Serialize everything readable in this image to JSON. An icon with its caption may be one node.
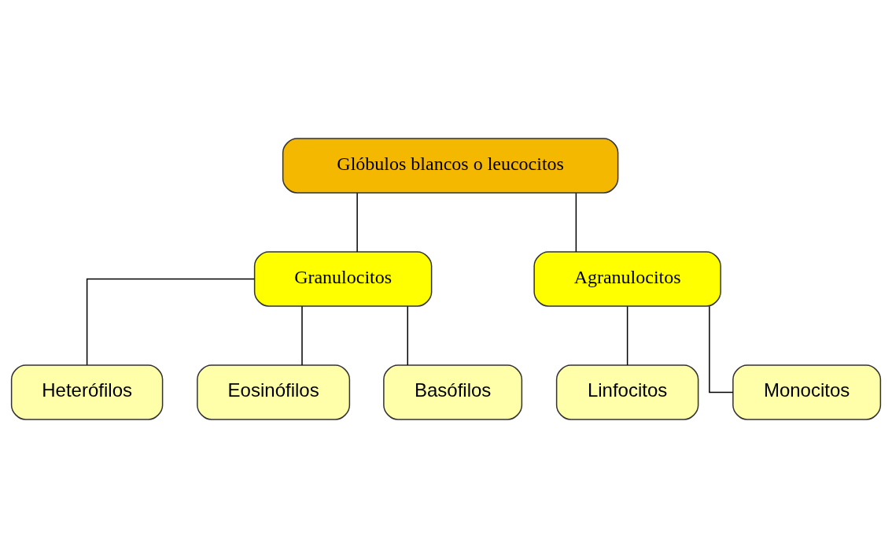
{
  "diagram": {
    "nodes": [
      {
        "text": [
          "Glóbulos blancos o leucocitos"
        ]
      },
      {
        "text": [
          "Granulocitos"
        ]
      },
      {
        "text": [
          "Agranulocitos"
        ]
      },
      {
        "text": [
          "Heterófilos"
        ]
      },
      {
        "text": [
          "Eosinófilos"
        ]
      },
      {
        "text": [
          "Basófilos"
        ]
      },
      {
        "text": [
          "Linfocitos"
        ]
      },
      {
        "text": [
          "Monocitos"
        ]
      }
    ],
    "edges": [
      {
        "from": 0,
        "to": 1,
        "arrow": "none"
      },
      {
        "from": 0,
        "to": 2,
        "arrow": "none"
      },
      {
        "from": 1,
        "to": 3,
        "arrow": "none"
      },
      {
        "from": 1,
        "to": 4,
        "arrow": "none"
      },
      {
        "from": 1,
        "to": 5,
        "arrow": "none"
      },
      {
        "from": 2,
        "to": 6,
        "arrow": "none"
      },
      {
        "from": 2,
        "to": 7,
        "arrow": "none"
      }
    ]
  }
}
